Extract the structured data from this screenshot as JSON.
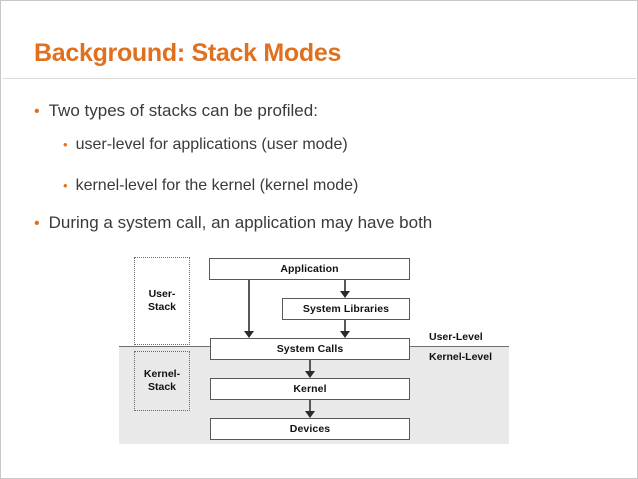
{
  "slide": {
    "title": "Background: Stack Modes",
    "accent_color": "#E0701E",
    "body_text_color": "#3a3a3a",
    "background_color": "#ffffff"
  },
  "bullets": [
    {
      "level": 1,
      "marker": "bullet-dot",
      "text": "Two types of stacks can be profiled:"
    },
    {
      "level": 2,
      "marker": "bullet-dot",
      "text": "user-level for applications (user mode)"
    },
    {
      "level": 2,
      "marker": "bullet-dot",
      "text": "kernel-level for the kernel (kernel mode)"
    },
    {
      "level": 1,
      "marker": "bullet-dot",
      "text": "During a system call, an application may have both"
    }
  ],
  "diagram": {
    "region_fill_color": "#e9e9e9",
    "boxes": [
      {
        "id": "application",
        "label": "Application"
      },
      {
        "id": "system-libraries",
        "label": "System Libraries"
      },
      {
        "id": "system-calls",
        "label": "System Calls"
      },
      {
        "id": "kernel",
        "label": "Kernel"
      },
      {
        "id": "devices",
        "label": "Devices"
      }
    ],
    "stacks": [
      {
        "id": "user-stack",
        "label": "User-\nStack"
      },
      {
        "id": "kernel-stack",
        "label": "Kernel-\nStack"
      }
    ],
    "level_labels": {
      "user": "User-Level",
      "kernel": "Kernel-Level"
    }
  }
}
